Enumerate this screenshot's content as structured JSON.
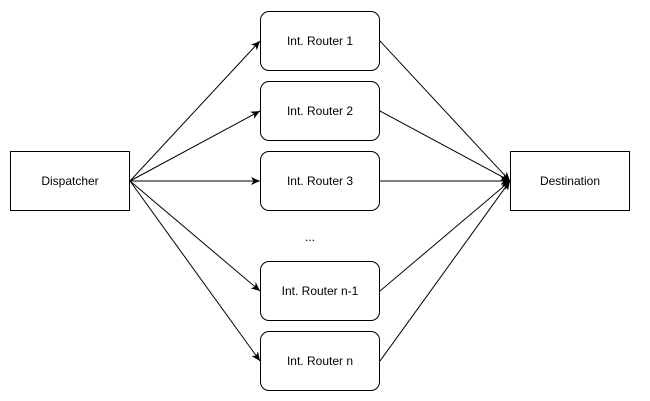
{
  "colors": {
    "stroke": "#000000",
    "node_fill": "#ffffff",
    "text": "#000000",
    "background": "#ffffff"
  },
  "nodes": {
    "dispatcher": {
      "label": "Dispatcher"
    },
    "destination": {
      "label": "Destination"
    },
    "router_1": {
      "label": "Int. Router 1"
    },
    "router_2": {
      "label": "Int. Router 2"
    },
    "router_3": {
      "label": "Int. Router 3"
    },
    "router_n_minus_1": {
      "label": "Int. Router n-1"
    },
    "router_n": {
      "label": "Int. Router n"
    }
  },
  "ellipsis": "...",
  "edges": [
    {
      "from": "dispatcher",
      "to": "router_1"
    },
    {
      "from": "dispatcher",
      "to": "router_2"
    },
    {
      "from": "dispatcher",
      "to": "router_3"
    },
    {
      "from": "dispatcher",
      "to": "router_n_minus_1"
    },
    {
      "from": "dispatcher",
      "to": "router_n"
    },
    {
      "from": "router_1",
      "to": "destination"
    },
    {
      "from": "router_2",
      "to": "destination"
    },
    {
      "from": "router_3",
      "to": "destination"
    },
    {
      "from": "router_n_minus_1",
      "to": "destination"
    },
    {
      "from": "router_n",
      "to": "destination"
    }
  ]
}
